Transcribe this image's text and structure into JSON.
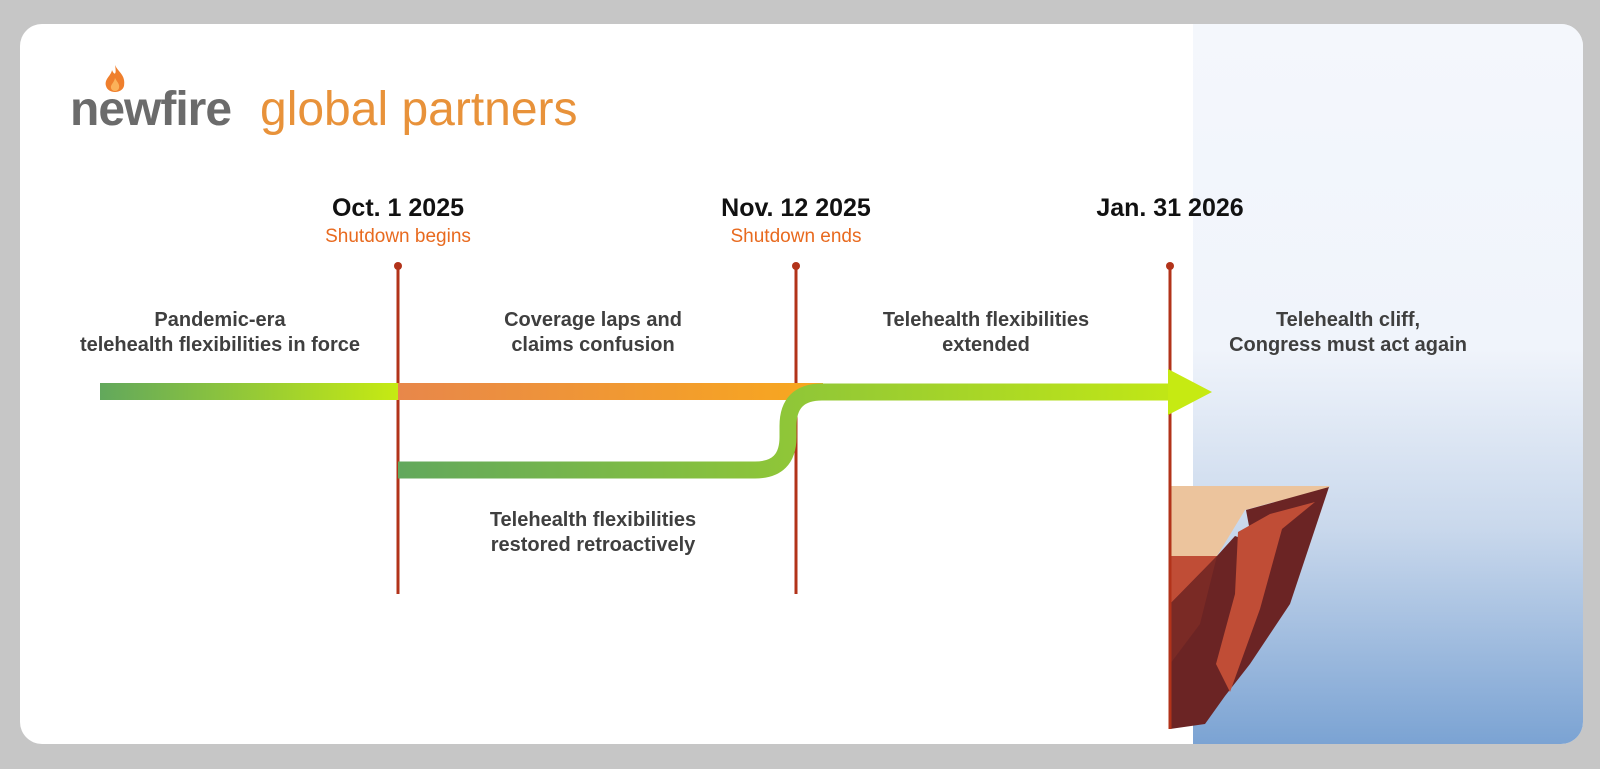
{
  "logo": {
    "brand": "newfire",
    "tagline": "global partners",
    "brand_color": "#6b6b6b",
    "tagline_color": "#e8923a",
    "flame_icon": "flame-icon"
  },
  "dates": [
    {
      "date": "Oct. 1 2025",
      "event": "Shutdown begins"
    },
    {
      "date": "Nov. 12 2025",
      "event": "Shutdown ends"
    },
    {
      "date": "Jan. 31 2026",
      "event": ""
    }
  ],
  "segments": {
    "before": {
      "line1": "Pandemic-era",
      "line2": "telehealth flexibilities in force"
    },
    "lapse": {
      "line1": "Coverage laps and",
      "line2": "claims confusion"
    },
    "extended": {
      "line1": "Telehealth flexibilities",
      "line2": "extended"
    },
    "cliff": {
      "line1": "Telehealth cliff,",
      "line2": "Congress must act again"
    },
    "retro": {
      "line1": "Telehealth flexibilities",
      "line2": "restored retroactively"
    }
  },
  "colors": {
    "marker_line": "#b2331a",
    "event_text": "#e86a1f",
    "green_start": "#62a85c",
    "green_end": "#c6ea12",
    "orange_start": "#e8874a",
    "orange_end": "#f8a81e",
    "sky_bottom": "#7ba3d3",
    "cliff_top": "#ecc49d",
    "cliff_dark": "#6b2424",
    "cliff_mid": "#c04d36"
  }
}
